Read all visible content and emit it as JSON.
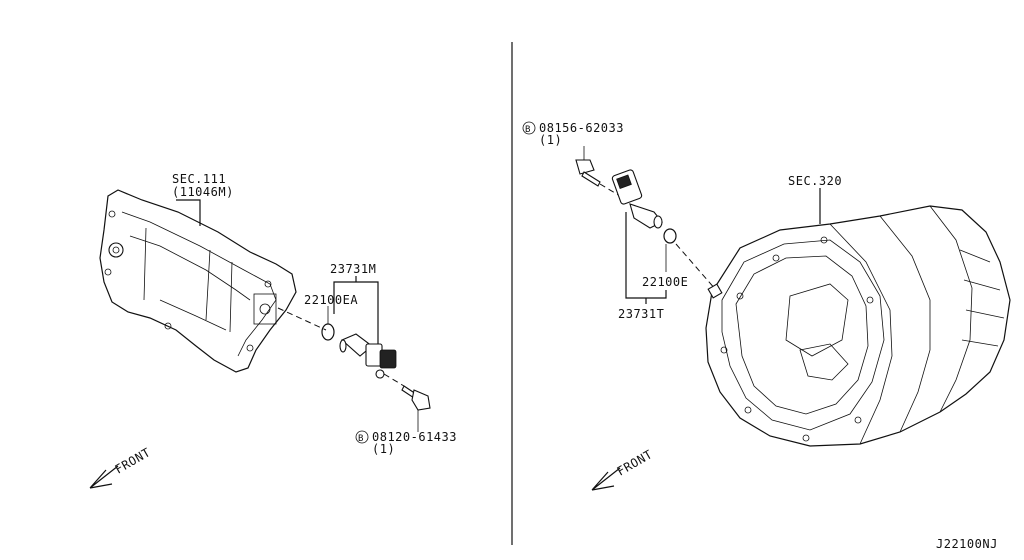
{
  "left_panel": {
    "sec_label": "SEC.111",
    "sec_code": "(11046M)",
    "sensor_part": "23731M",
    "oring_part": "22100EA",
    "bolt_part": "08120-61433",
    "bolt_qty": "(1)",
    "bolt_marker": "B",
    "front_label": "FRONT"
  },
  "right_panel": {
    "bolt_part": "08156-62033",
    "bolt_qty": "(1)",
    "bolt_marker": "B",
    "sec_label": "SEC.320",
    "oring_part": "22100E",
    "sensor_part": "23731T",
    "front_label": "FRONT"
  },
  "diagram_code": "J22100NJ"
}
